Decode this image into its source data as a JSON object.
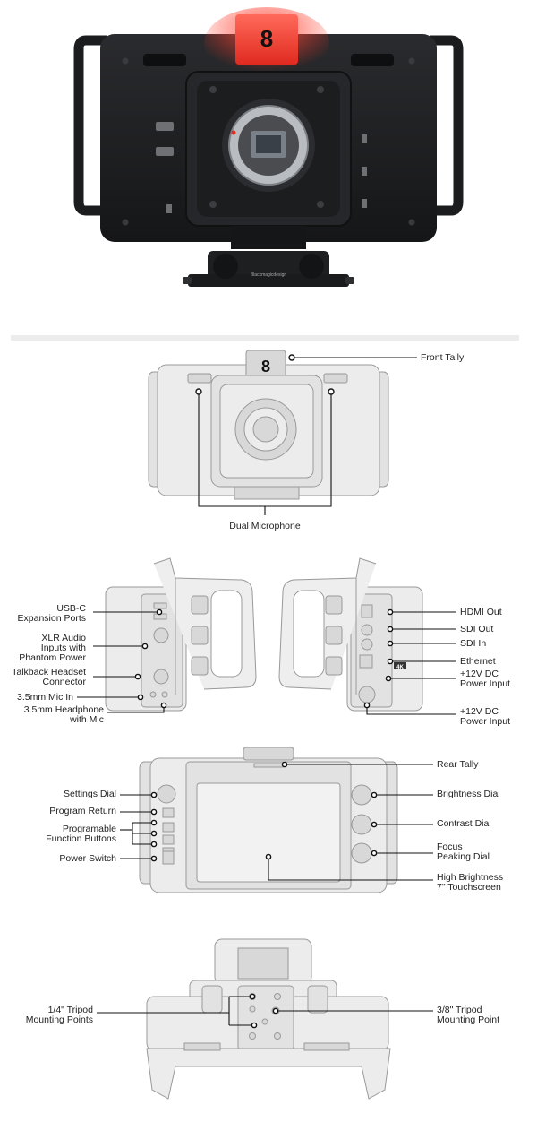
{
  "hero": {
    "tally_number": "8",
    "brand_text": "Blackmagicdesign"
  },
  "front_diagram": {
    "tally_number": "8",
    "labels": {
      "front_tally": "Front Tally",
      "dual_microphone": "Dual Microphone"
    }
  },
  "side_diagram": {
    "left_labels": {
      "usb_c": "USB-C\nExpansion Ports",
      "xlr": "XLR Audio\nInputs with\nPhantom Power",
      "talkback": "Talkback Headset\nConnector",
      "mic_in": "3.5mm Mic In",
      "headphone": "3.5mm Headphone\nwith Mic"
    },
    "right_labels": {
      "hdmi_out": "HDMI Out",
      "sdi_out": "SDI Out",
      "sdi_in": "SDI In",
      "ethernet": "Ethernet",
      "dc_in_1": "+12V DC\nPower Input",
      "dc_in_2": "+12V DC\nPower Input"
    },
    "badge_4k": "4K"
  },
  "rear_diagram": {
    "left_labels": {
      "settings_dial": "Settings Dial",
      "program_return": "Program Return",
      "function_buttons": "Programable\nFunction Buttons",
      "power_switch": "Power Switch"
    },
    "right_labels": {
      "rear_tally": "Rear Tally",
      "brightness_dial": "Brightness Dial",
      "contrast_dial": "Contrast Dial",
      "focus_peaking": "Focus\nPeaking Dial",
      "touchscreen": "High Brightness\n7\" Touchscreen"
    }
  },
  "bottom_diagram": {
    "left_labels": {
      "quarter_tripod": "1/4\" Tripod\nMounting Points"
    },
    "right_labels": {
      "three_eighth_tripod": "3/8\" Tripod\nMounting Point"
    }
  },
  "colors": {
    "tally_red": "#e8312a",
    "camera_body": "#1d1e20",
    "drawing_gray": "#e6e6e6"
  }
}
